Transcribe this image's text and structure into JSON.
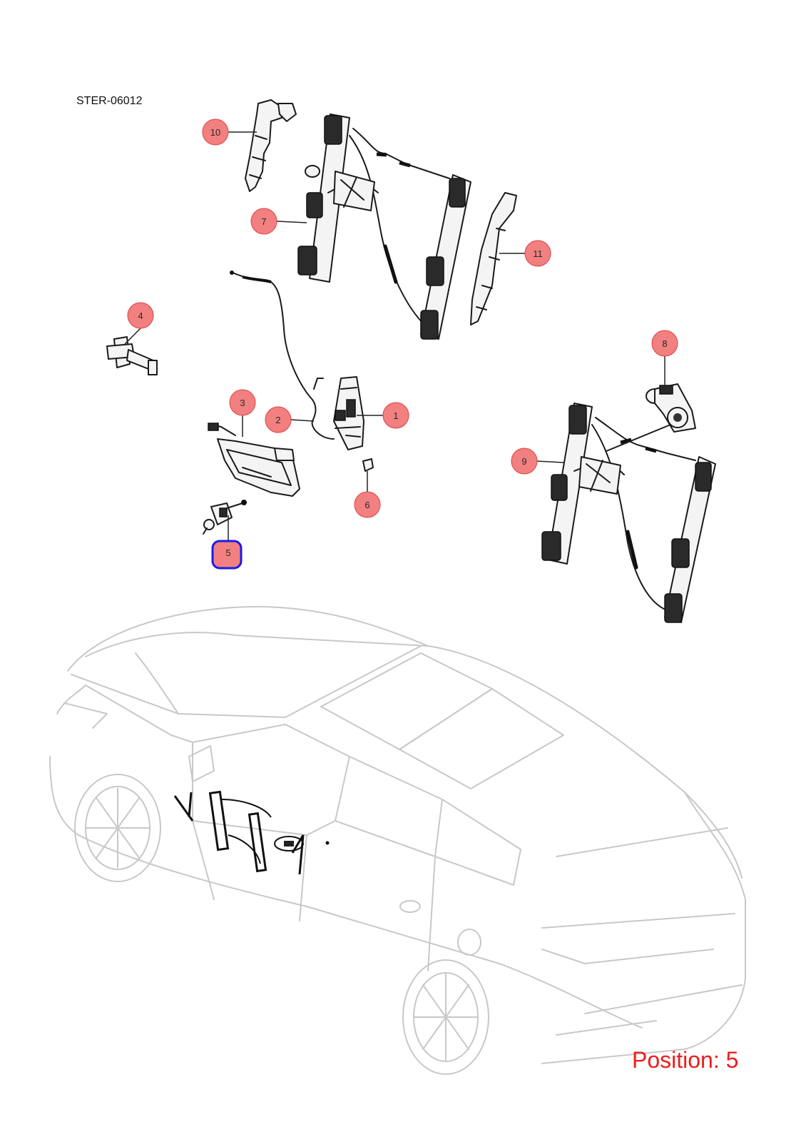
{
  "diagram": {
    "code": "STER-06012",
    "position_label": "Position: 5",
    "selected_position": "5",
    "colors": {
      "callout_fill": "#f28080",
      "callout_stroke": "#e04040",
      "selected_stroke": "#1a1aee",
      "position_text": "#ee1c1c",
      "car_outline": "#c8c8c8"
    },
    "callouts": [
      {
        "id": "1",
        "label": "1"
      },
      {
        "id": "2",
        "label": "2"
      },
      {
        "id": "3",
        "label": "3"
      },
      {
        "id": "4",
        "label": "4"
      },
      {
        "id": "5",
        "label": "5"
      },
      {
        "id": "6",
        "label": "6"
      },
      {
        "id": "7",
        "label": "7"
      },
      {
        "id": "8",
        "label": "8"
      },
      {
        "id": "9",
        "label": "9"
      },
      {
        "id": "10",
        "label": "10"
      },
      {
        "id": "11",
        "label": "11"
      }
    ]
  }
}
